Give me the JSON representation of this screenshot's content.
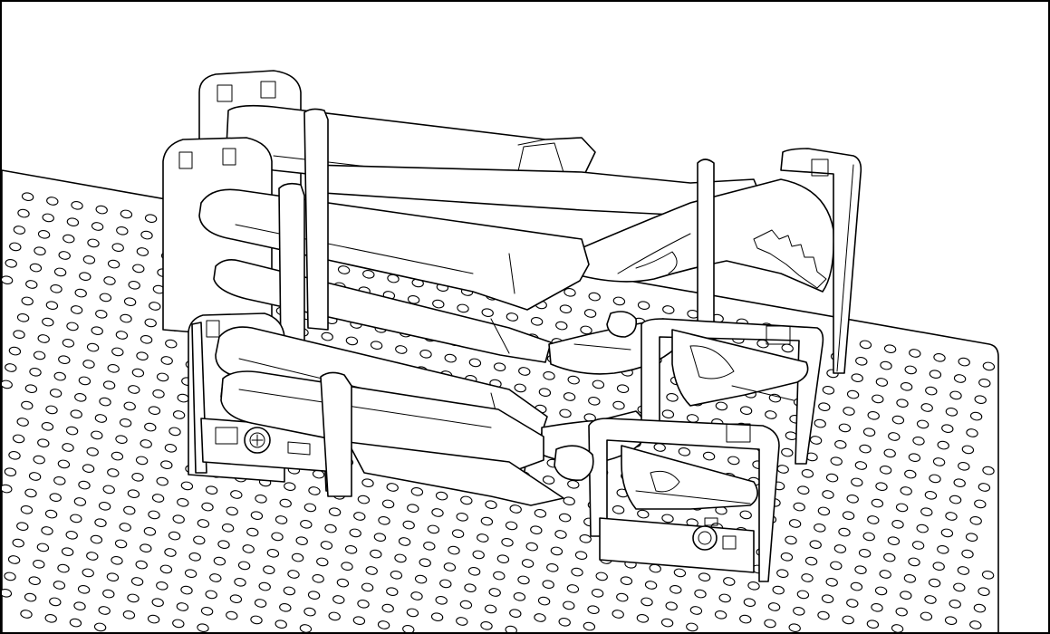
{
  "illustration": {
    "subject": "pliers-storage-rack-on-pegboard",
    "colors": {
      "line": "#000000",
      "background": "#ffffff"
    },
    "racks": [
      {
        "id": "rack-back",
        "tool": "slip-joint-pliers"
      },
      {
        "id": "rack-middle-upper",
        "tool": "combination-pliers"
      },
      {
        "id": "rack-middle-lower",
        "tool": "combination-pliers"
      },
      {
        "id": "rack-front",
        "tool": "long-nose-pliers"
      }
    ]
  }
}
